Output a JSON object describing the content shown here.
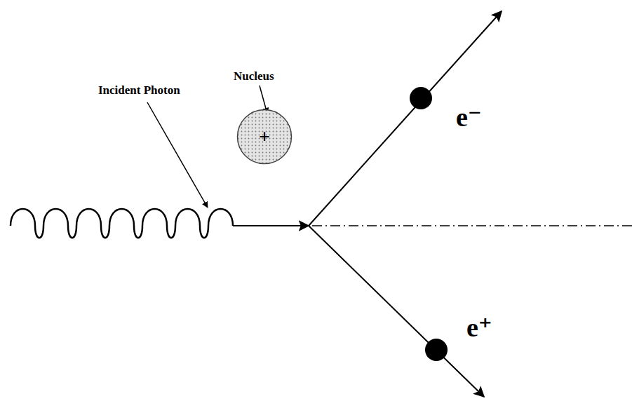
{
  "diagram": {
    "nodes": [
      {
        "text": [
          "+"
        ]
      }
    ],
    "labels": [
      "Nucleus",
      "Incident Photon",
      "e⁻",
      "e⁺"
    ]
  }
}
